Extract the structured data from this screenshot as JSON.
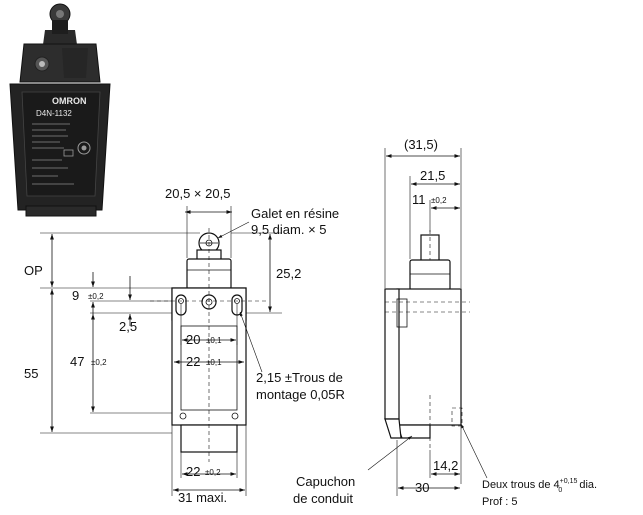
{
  "product_photo": {
    "brand": "OMRON",
    "model": "D4N-1132"
  },
  "dimensions": {
    "head_square": "20,5 × 20,5",
    "roller_line1": "Galet en résine",
    "roller_line2": "9,5 diam. × 5",
    "op": "OP",
    "d25_2": "25,2",
    "d9": "9",
    "d9_tol": "±0,2",
    "d2_5": "2,5",
    "d20": "20",
    "d20_tol": "±0,1",
    "d22a": "22",
    "d22a_tol": "±0,1",
    "d47": "47",
    "d47_tol": "±0,2",
    "d55": "55",
    "holes_line1": "2,15 ±Trous de",
    "holes_line2": "montage 0,05R",
    "d22b": "22",
    "d22b_tol": "±0,2",
    "d31": "31 maxi.",
    "d31_5": "(31,5)",
    "d21_5": "21,5",
    "d11": "11",
    "d11_tol": "±0,2",
    "d14_2": "14,2",
    "d30": "30",
    "conduit_line1": "Capuchon",
    "conduit_line2": "de conduit",
    "rear_holes_prefix": "Deux trous de 4",
    "rear_holes_sup": "+0,15",
    "rear_holes_sub": "0",
    "rear_holes_suffix": " dia.",
    "depth": "Prof : 5"
  }
}
